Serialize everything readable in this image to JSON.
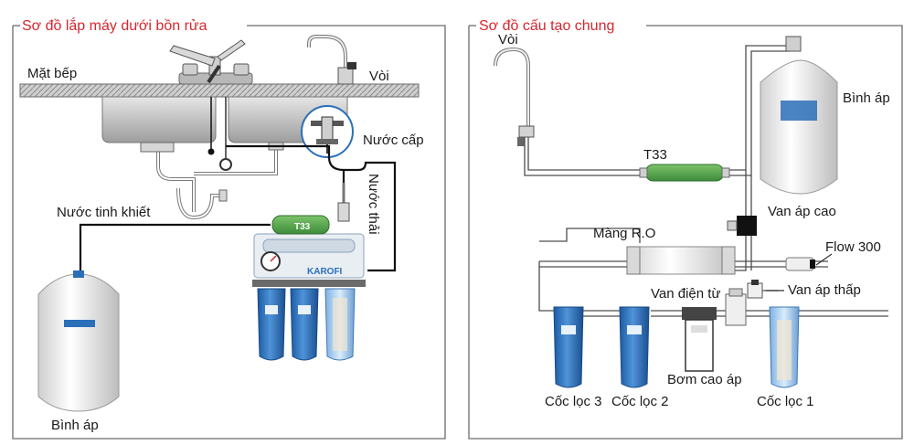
{
  "colors": {
    "title": "#d7262e",
    "frame": "#6b6b6b",
    "filter_blue": "#2a6fb8",
    "filter_clear": "#9ac3ec",
    "tank": "#f2f2f2",
    "counter": "#bdbdbd"
  },
  "left_panel": {
    "title": "Sơ đồ lắp máy dưới bồn rửa",
    "labels": {
      "counter": "Mặt bếp",
      "faucet": "Vòi",
      "water_in": "Nước cấp",
      "waste": "Nước thải",
      "pure_water": "Nước tinh khiết",
      "tank": "Bình áp"
    }
  },
  "right_panel": {
    "title": "Sơ đồ cấu tạo chung",
    "labels": {
      "faucet": "Vòi",
      "tank": "Bình áp",
      "t33": "T33",
      "high_valve": "Van áp cao",
      "ro_membrane": "Màng R.O",
      "flow": "Flow 300",
      "solenoid": "Van điện từ",
      "low_valve": "Van áp thấp",
      "pump": "Bơm cao áp",
      "cup3": "Cốc lọc 3",
      "cup2": "Cốc lọc 2",
      "cup1": "Cốc lọc 1"
    },
    "t33_label_on_filter": "T33"
  },
  "brand": {
    "logo_text": "KAROFI"
  }
}
